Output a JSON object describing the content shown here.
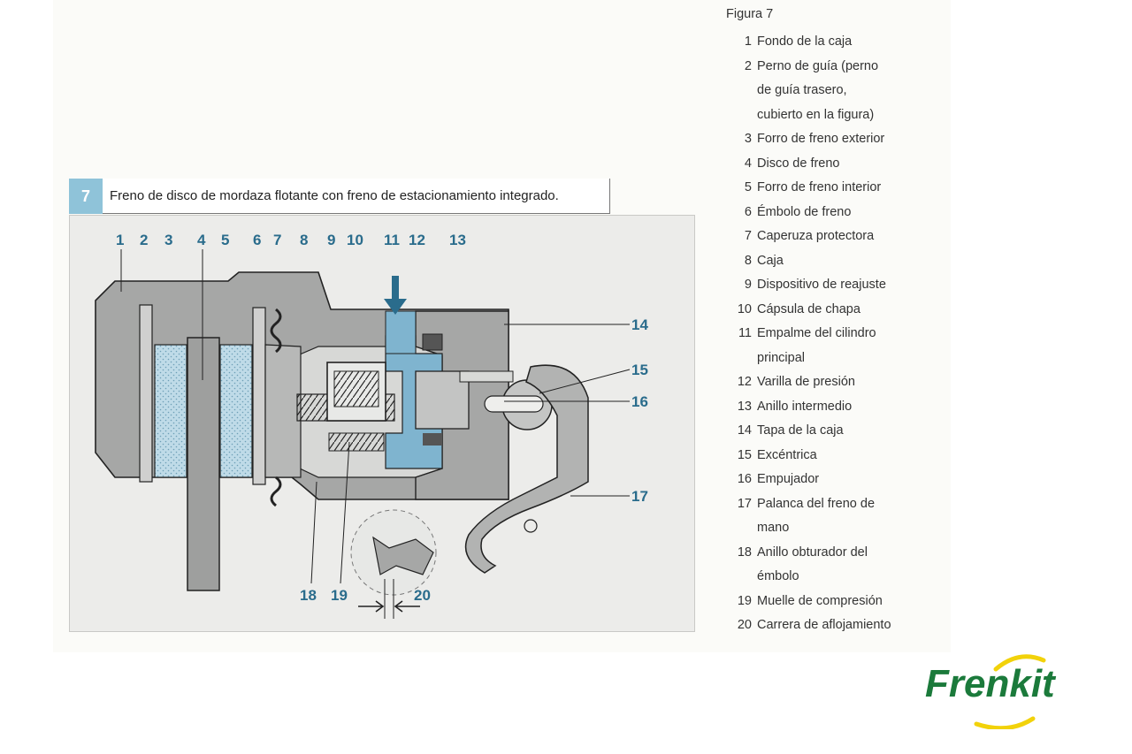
{
  "figure": {
    "number": "7",
    "caption": "Freno de disco de mordaza flotante con freno de estacionamiento integrado."
  },
  "callouts": [
    "1",
    "2",
    "3",
    "4",
    "5",
    "6",
    "7",
    "8",
    "9",
    "10",
    "11",
    "12",
    "13",
    "14",
    "15",
    "16",
    "17",
    "18",
    "19",
    "20"
  ],
  "legend": {
    "title": "Figura 7",
    "items": [
      {
        "n": "1",
        "text": [
          "Fondo de la caja"
        ]
      },
      {
        "n": "2",
        "text": [
          "Perno de guía (perno",
          "de guía trasero,",
          "cubierto en la figura)"
        ]
      },
      {
        "n": "3",
        "text": [
          "Forro de freno exterior"
        ]
      },
      {
        "n": "4",
        "text": [
          "Disco de freno"
        ]
      },
      {
        "n": "5",
        "text": [
          "Forro de freno interior"
        ]
      },
      {
        "n": "6",
        "text": [
          "Émbolo de freno"
        ]
      },
      {
        "n": "7",
        "text": [
          "Caperuza protectora"
        ]
      },
      {
        "n": "8",
        "text": [
          "Caja"
        ]
      },
      {
        "n": "9",
        "text": [
          "Dispositivo de reajuste"
        ]
      },
      {
        "n": "10",
        "text": [
          "Cápsula de chapa"
        ]
      },
      {
        "n": "11",
        "text": [
          "Empalme del cilindro",
          "principal"
        ]
      },
      {
        "n": "12",
        "text": [
          "Varilla de presión"
        ]
      },
      {
        "n": "13",
        "text": [
          "Anillo intermedio"
        ]
      },
      {
        "n": "14",
        "text": [
          "Tapa de la caja"
        ]
      },
      {
        "n": "15",
        "text": [
          "Excéntrica"
        ]
      },
      {
        "n": "16",
        "text": [
          "Empujador"
        ]
      },
      {
        "n": "17",
        "text": [
          "Palanca del freno de",
          "mano"
        ]
      },
      {
        "n": "18",
        "text": [
          "Anillo obturador del",
          "émbolo"
        ]
      },
      {
        "n": "19",
        "text": [
          "Muelle de compresión"
        ]
      },
      {
        "n": "20",
        "text": [
          "Carrera de aflojamiento"
        ]
      }
    ]
  },
  "logo": {
    "text": "Frenkit"
  },
  "colors": {
    "accent": "#8fc3d9",
    "callout": "#2a6c8c",
    "brand_green": "#1b7a3b",
    "brand_yellow": "#f2d20a"
  }
}
